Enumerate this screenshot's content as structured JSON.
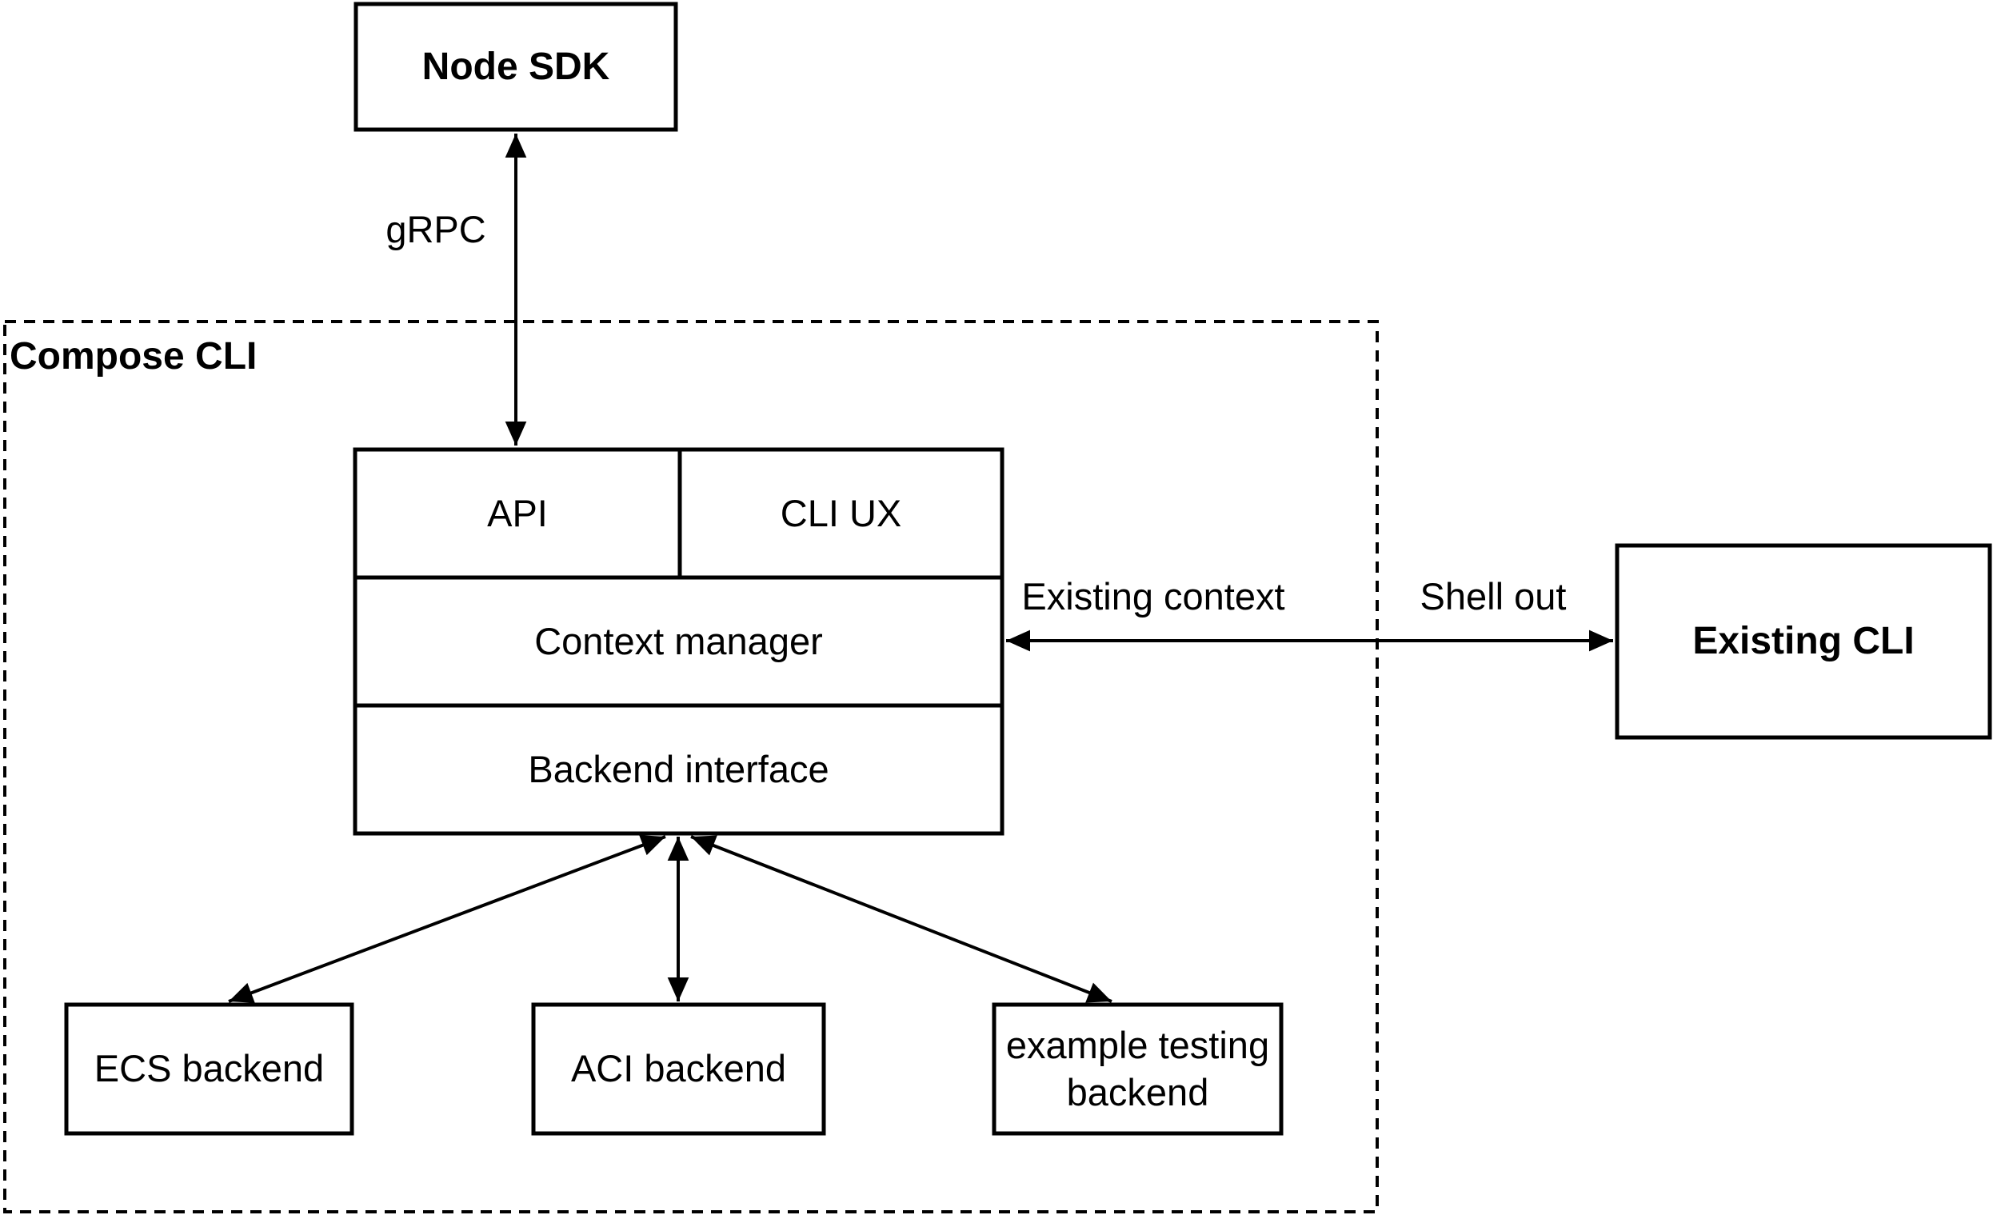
{
  "diagram": {
    "colors": {
      "background": "#ffffff",
      "stroke": "#000000",
      "text": "#000000"
    },
    "labels": {
      "node_sdk": "Node SDK",
      "compose_cli": "Compose CLI",
      "api": "API",
      "cli_ux": "CLI UX",
      "context_manager": "Context manager",
      "backend_interface": "Backend interface",
      "existing_cli": "Existing CLI",
      "ecs_backend": "ECS backend",
      "aci_backend": "ACI backend",
      "example_testing_backend": "example testing backend",
      "grpc": "gRPC",
      "existing_context": "Existing context",
      "shell_out": "Shell out"
    },
    "edges": [
      {
        "from": "node_sdk",
        "to": "api",
        "label": "gRPC",
        "arrows": "both"
      },
      {
        "from": "context_manager",
        "to": "existing_cli",
        "labels": [
          "Existing context",
          "Shell out"
        ],
        "arrows": "both"
      },
      {
        "from": "backend_interface",
        "to": "ecs_backend",
        "arrows": "both"
      },
      {
        "from": "backend_interface",
        "to": "aci_backend",
        "arrows": "both"
      },
      {
        "from": "backend_interface",
        "to": "example_testing_backend",
        "arrows": "both"
      }
    ]
  }
}
